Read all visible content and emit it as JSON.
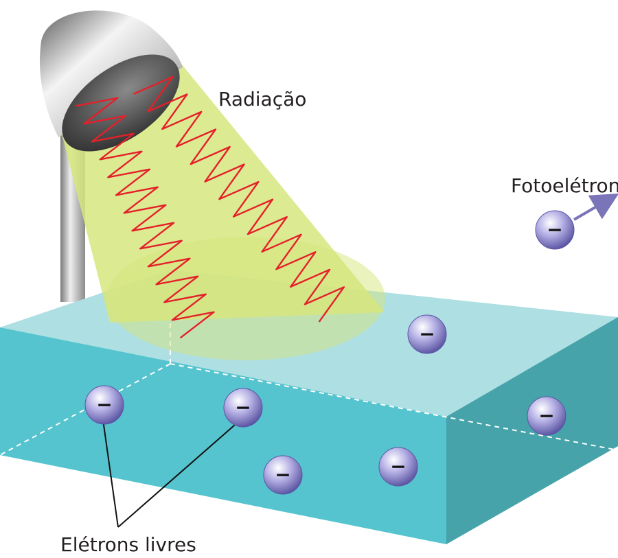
{
  "labels": {
    "radiation": "Radiação",
    "photoelectron": "Fotoelétron",
    "free_electrons": "Elétrons livres"
  },
  "electron_symbol": "−",
  "icons": {
    "lamp": "lamp-icon",
    "electron": "electron-icon",
    "arrow": "arrow-icon"
  },
  "colors": {
    "block_front": "#55c4cf",
    "block_top": "#addfe3",
    "block_side": "#46a3aa",
    "beam": "#d6e67e",
    "wave": "#e4202a",
    "electron": "#8d87c9",
    "arrow": "#7a74b8"
  }
}
